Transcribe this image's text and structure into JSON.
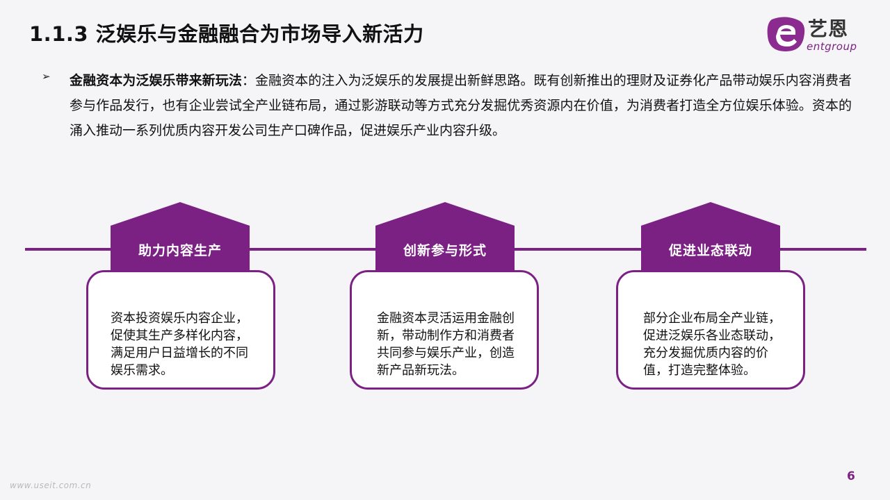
{
  "title": "1.1.3 泛娱乐与金融融合为市场导入新活力",
  "logo": {
    "cn": "艺恩",
    "en": "entgroup",
    "icon": "entgroup-logo-icon",
    "color": "#7a2183"
  },
  "bullet": {
    "icon": "arrow-bullet-icon",
    "lead": "金融资本为泛娱乐带来新玩法",
    "text": "：金融资本的注入为泛娱乐的发展提出新鲜思路。既有创新推出的理财及证券化产品带动娱乐内容消费者参与作品发行，也有企业尝试全产业链布局，通过影游联动等方式充分发掘优秀资源内在价值，为消费者打造全方位娱乐体验。资本的涌入推动一系列优质内容开发公司生产口碑作品，促进娱乐产业内容升级。"
  },
  "items": [
    {
      "title": "助力内容生产",
      "text": "资本投资娱乐内容企业，促使其生产多样化内容，满足用户日益增长的不同娱乐需求。"
    },
    {
      "title": "创新参与形式",
      "text": "金融资本灵活运用金融创新，带动制作方和消费者共同参与娱乐产业，创造新产品新玩法。"
    },
    {
      "title": "促进业态联动",
      "text": "部分企业布局全产业链，促进泛娱乐各业态联动，充分发掘优质内容的价值，打造完整体验。"
    }
  ],
  "accent_color": "#7a2183",
  "page_number": "6",
  "watermark": "www.useit.com.cn"
}
